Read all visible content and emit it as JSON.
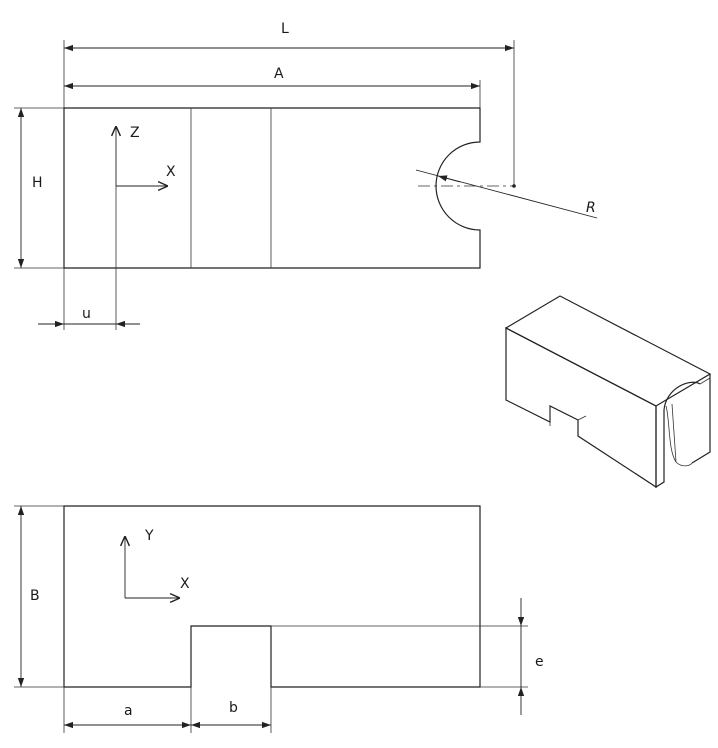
{
  "front_view": {
    "dims": {
      "L": "L",
      "A": "A",
      "H": "H",
      "u": "u",
      "R": "R"
    },
    "axes": {
      "vertical": "Z",
      "horizontal": "X"
    }
  },
  "top_view": {
    "dims": {
      "B": "B",
      "a": "a",
      "b": "b",
      "e": "e"
    },
    "axes": {
      "vertical": "Y",
      "horizontal": "X"
    }
  }
}
